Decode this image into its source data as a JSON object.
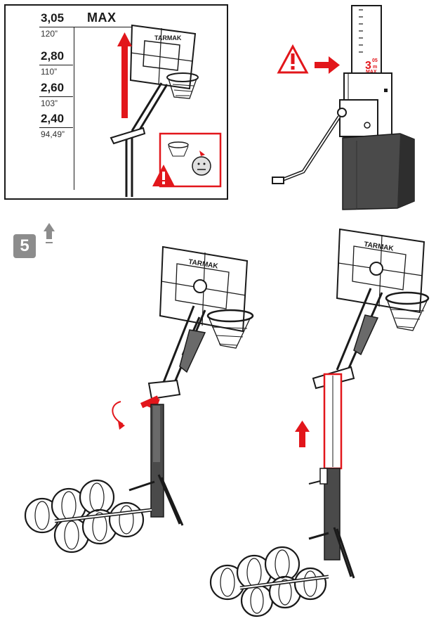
{
  "height_panel": {
    "max_label": "MAX",
    "heights": [
      {
        "m": "3,05",
        "in": "120”"
      },
      {
        "m": "2,80",
        "in": "110”"
      },
      {
        "m": "2,60",
        "in": "103”"
      },
      {
        "m": "2,40",
        "in": "94,49”"
      }
    ]
  },
  "backboard_brand": "TARMAK",
  "pole_marker": {
    "value": "3",
    "superscript": "05",
    "unit": "m",
    "max": "MAX"
  },
  "step": {
    "number": "5"
  },
  "colors": {
    "accent": "#e2161b",
    "dark": "#1a1a1a",
    "grey": "#8c8c8c"
  },
  "icons": [
    "warning-icon",
    "arrow-right-icon",
    "arrow-up-icon",
    "rotate-icon"
  ]
}
